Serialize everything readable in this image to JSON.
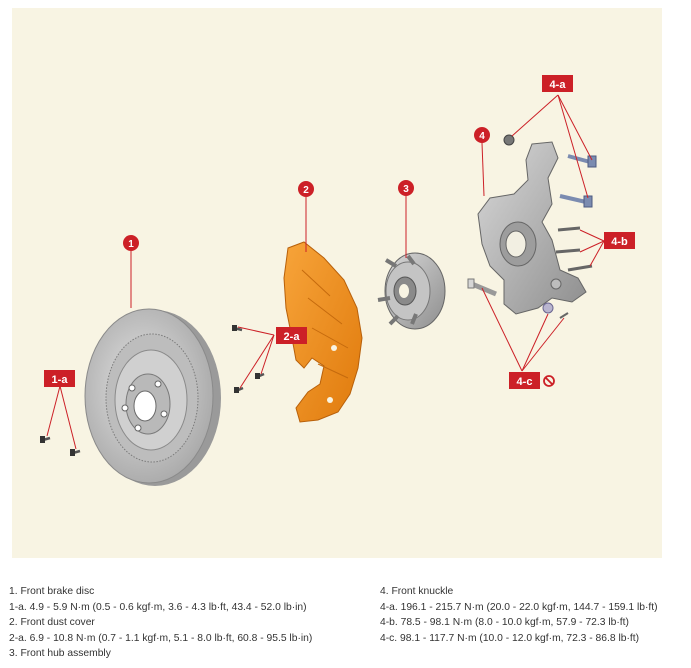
{
  "diagram": {
    "callouts": {
      "c1": "1",
      "c2": "2",
      "c3": "3",
      "c4": "4",
      "c1a": "1-a",
      "c2a": "2-a",
      "c4a": "4-a",
      "c4b": "4-b",
      "c4c": "4-c"
    },
    "colors": {
      "background": "#f8f4e3",
      "callout_red": "#cc2027",
      "dust_cover_orange": "#ef8a17",
      "disc_grey": "#c9c9c9"
    }
  },
  "legend": {
    "left": [
      "1. Front brake disc",
      "1-a. 4.9 - 5.9 N·m (0.5 - 0.6 kgf·m, 3.6 - 4.3 lb·ft, 43.4 - 52.0 lb·in)",
      "2. Front dust cover",
      "2-a. 6.9 - 10.8 N·m (0.7 - 1.1 kgf·m, 5.1 - 8.0 lb·ft, 60.8 - 95.5 lb·in)",
      "3. Front hub assembly"
    ],
    "right": [
      "4. Front knuckle",
      "4-a. 196.1 - 215.7 N·m (20.0 - 22.0 kgf·m, 144.7 - 159.1 lb·ft)",
      "4-b. 78.5 - 98.1 N·m (8.0 - 10.0 kgf·m, 57.9 - 72.3 lb·ft)",
      "4-c. 98.1 - 117.7 N·m (10.0 - 12.0 kgf·m, 72.3 - 86.8 lb·ft)"
    ]
  }
}
